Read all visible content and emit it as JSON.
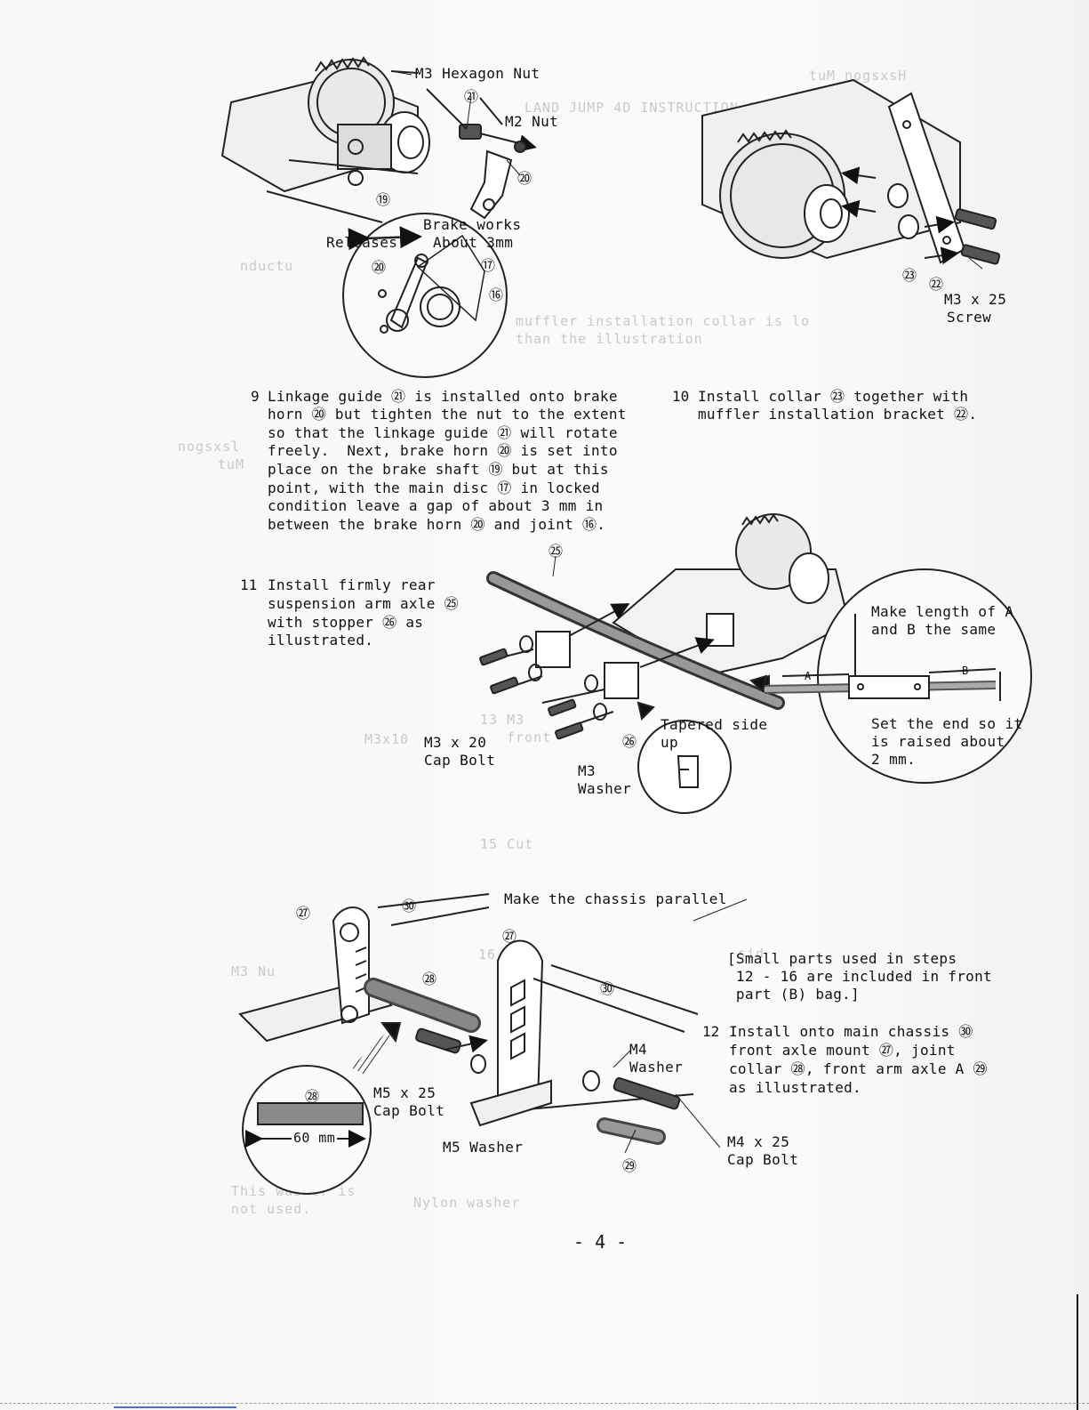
{
  "page": {
    "number": "- 4 -"
  },
  "steps": [
    {
      "num": "9",
      "lines": [
        "Linkage guide ㉑ is installed onto brake",
        "horn ⑳ but tighten the nut to the extent",
        "so that the linkage guide ㉑ will rotate",
        "freely.  Next, brake horn ⑳ is set into",
        "place on the brake shaft ⑲ but at this",
        "point, with the main disc ⑰ in locked",
        "condition leave a gap of about 3 mm in",
        "between the brake horn ⑳ and joint ⑯."
      ]
    },
    {
      "num": "10",
      "lines": [
        "Install collar ㉓ together with",
        "muffler installation bracket ㉒."
      ]
    },
    {
      "num": "11",
      "lines": [
        "Install firmly rear",
        "suspension arm axle ㉕",
        "with stopper ㉖ as",
        "illustrated."
      ]
    },
    {
      "num": "12",
      "lines": [
        "Install onto main chassis ㉚",
        "front axle mount ㉗, joint",
        "collar ㉘, front arm axle A ㉙",
        "as illustrated."
      ]
    }
  ],
  "note": [
    "[Small parts used in steps",
    " 12 - 16 are included in front",
    " part (B) bag.]"
  ],
  "labels": {
    "m3_hex_nut": "M3 Hexagon Nut",
    "m2_nut": "M2 Nut",
    "brake_works": "Brake works",
    "releases": "Releases",
    "about_3mm": "About 3mm",
    "m3x25": "M3 x 25",
    "screw": "Screw",
    "make_length_1": "Make length of A",
    "make_length_2": "and B the same",
    "a": "A",
    "b": "B",
    "set_end_1": "Set the end so it",
    "set_end_2": "is raised about",
    "set_end_3": "2 mm.",
    "tapered": "Tapered side",
    "up": "up",
    "m3x20": "M3 x 20",
    "cap_bolt": "Cap Bolt",
    "m3": "M3",
    "washer": "Washer",
    "make_parallel": "Make the chassis parallel",
    "m4": "M4",
    "m4_washer": "Washer",
    "m4x25": "M4 x 25",
    "m4_cap_bolt": "Cap Bolt",
    "m5x25": "M5 x 25",
    "m5_cap_bolt": "Cap Bolt",
    "m5_washer": "M5 Washer",
    "sixty_mm": "60 mm"
  },
  "part_numbers": {
    "p21": "㉑",
    "p20": "⑳",
    "p19": "⑲",
    "p17": "⑰",
    "p16": "⑯",
    "p22": "㉒",
    "p23": "㉓",
    "p25": "㉕",
    "p26": "㉖",
    "p27": "㉗",
    "p28": "㉘",
    "p29": "㉙",
    "p30": "㉚"
  }
}
